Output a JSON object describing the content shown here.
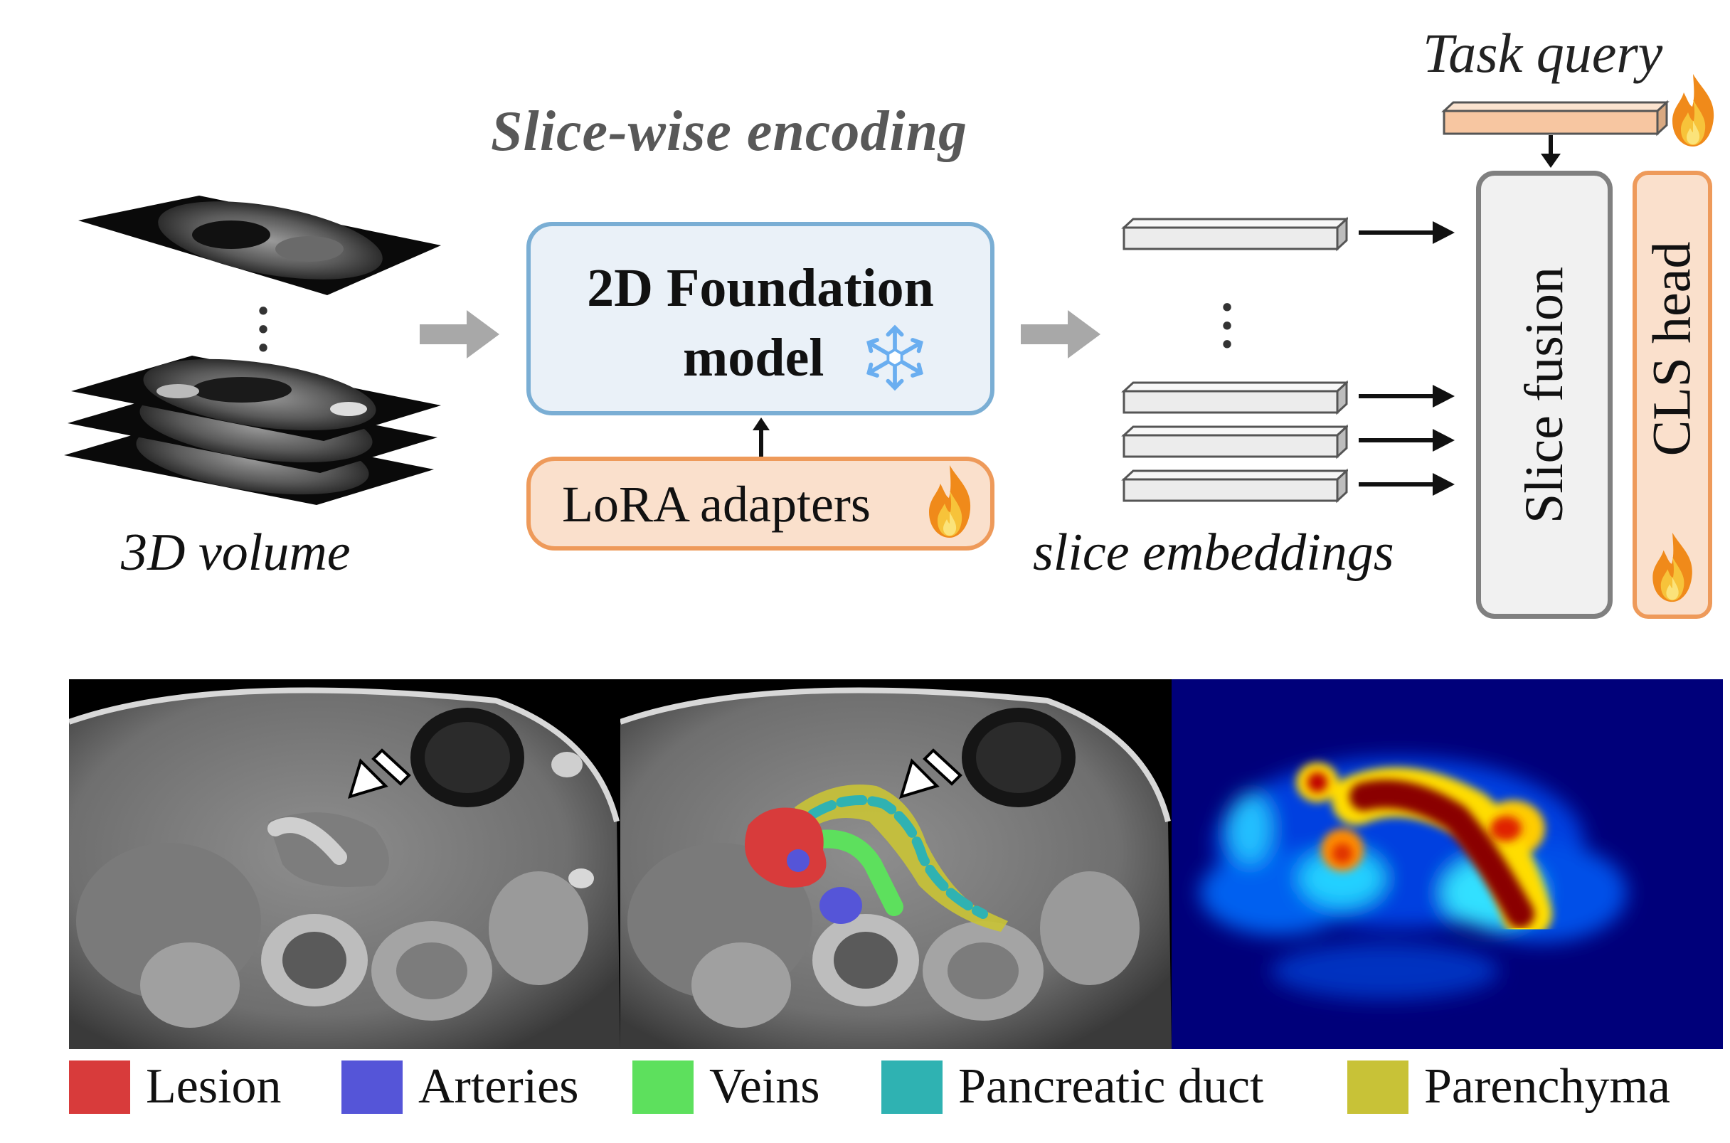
{
  "diagram": {
    "heading": "Slice-wise encoding",
    "task_query_label": "Task query",
    "volume_caption": "3D volume",
    "foundation_model": {
      "title": "2D Foundation",
      "subtitle": "model",
      "frozen_icon": "snowflake-icon"
    },
    "lora": {
      "label": "LoRA adapters",
      "trainable_icon": "flame-icon"
    },
    "embeddings_caption": "slice embeddings",
    "fusion_label": "Slice fusion",
    "cls_head_label": "CLS head"
  },
  "legend": {
    "items": [
      {
        "label": "Lesion",
        "color": "#d83b3b"
      },
      {
        "label": "Arteries",
        "color": "#5555d8"
      },
      {
        "label": "Veins",
        "color": "#5de05d"
      },
      {
        "label": "Pancreatic duct",
        "color": "#2fb2b2"
      },
      {
        "label": "Parenchyma",
        "color": "#c8c237"
      }
    ]
  },
  "colors": {
    "frozen_box_border": "#7aaed4",
    "trainable_box_border": "#ee9a5a",
    "arrow_gray": "#a8a8a8"
  }
}
